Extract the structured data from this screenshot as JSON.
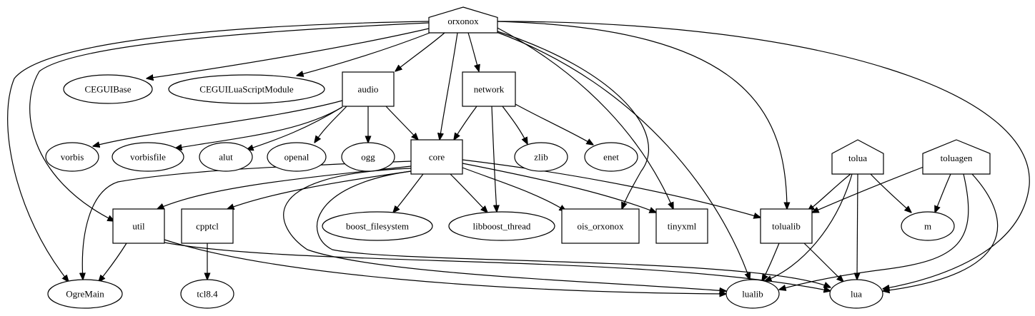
{
  "diagram": {
    "nodes": [
      {
        "id": "orxonox",
        "label": "orxonox",
        "shape": "house"
      },
      {
        "id": "CEGUIBase",
        "label": "CEGUIBase",
        "shape": "ellipse"
      },
      {
        "id": "CEGUILuaScriptModule",
        "label": "CEGUILuaScriptModule",
        "shape": "ellipse"
      },
      {
        "id": "audio",
        "label": "audio",
        "shape": "box"
      },
      {
        "id": "network",
        "label": "network",
        "shape": "box"
      },
      {
        "id": "vorbis",
        "label": "vorbis",
        "shape": "ellipse"
      },
      {
        "id": "vorbisfile",
        "label": "vorbisfile",
        "shape": "ellipse"
      },
      {
        "id": "alut",
        "label": "alut",
        "shape": "ellipse"
      },
      {
        "id": "openal",
        "label": "openal",
        "shape": "ellipse"
      },
      {
        "id": "ogg",
        "label": "ogg",
        "shape": "ellipse"
      },
      {
        "id": "core",
        "label": "core",
        "shape": "box"
      },
      {
        "id": "zlib",
        "label": "zlib",
        "shape": "ellipse"
      },
      {
        "id": "enet",
        "label": "enet",
        "shape": "ellipse"
      },
      {
        "id": "tolua",
        "label": "tolua",
        "shape": "house"
      },
      {
        "id": "toluagen",
        "label": "toluagen",
        "shape": "house"
      },
      {
        "id": "util",
        "label": "util",
        "shape": "box"
      },
      {
        "id": "cpptcl",
        "label": "cpptcl",
        "shape": "box"
      },
      {
        "id": "boost_filesystem",
        "label": "boost_filesystem",
        "shape": "ellipse"
      },
      {
        "id": "libboost_thread",
        "label": "libboost_thread",
        "shape": "ellipse"
      },
      {
        "id": "ois_orxonox",
        "label": "ois_orxonox",
        "shape": "box"
      },
      {
        "id": "tinyxml",
        "label": "tinyxml",
        "shape": "box"
      },
      {
        "id": "tolualib",
        "label": "tolualib",
        "shape": "box"
      },
      {
        "id": "m",
        "label": "m",
        "shape": "ellipse"
      },
      {
        "id": "OgreMain",
        "label": "OgreMain",
        "shape": "ellipse"
      },
      {
        "id": "tcl8.4",
        "label": "tcl8.4",
        "shape": "ellipse"
      },
      {
        "id": "lualib",
        "label": "lualib",
        "shape": "ellipse"
      },
      {
        "id": "lua",
        "label": "lua",
        "shape": "ellipse"
      }
    ],
    "edges": [
      {
        "from": "orxonox",
        "to": "CEGUIBase"
      },
      {
        "from": "orxonox",
        "to": "CEGUILuaScriptModule"
      },
      {
        "from": "orxonox",
        "to": "audio"
      },
      {
        "from": "orxonox",
        "to": "network"
      },
      {
        "from": "orxonox",
        "to": "core"
      },
      {
        "from": "orxonox",
        "to": "util"
      },
      {
        "from": "orxonox",
        "to": "OgreMain"
      },
      {
        "from": "orxonox",
        "to": "ois_orxonox"
      },
      {
        "from": "orxonox",
        "to": "tinyxml"
      },
      {
        "from": "orxonox",
        "to": "tolualib"
      },
      {
        "from": "orxonox",
        "to": "lualib"
      },
      {
        "from": "orxonox",
        "to": "lua"
      },
      {
        "from": "audio",
        "to": "vorbis"
      },
      {
        "from": "audio",
        "to": "vorbisfile"
      },
      {
        "from": "audio",
        "to": "alut"
      },
      {
        "from": "audio",
        "to": "openal"
      },
      {
        "from": "audio",
        "to": "ogg"
      },
      {
        "from": "audio",
        "to": "core"
      },
      {
        "from": "network",
        "to": "core"
      },
      {
        "from": "network",
        "to": "libboost_thread"
      },
      {
        "from": "network",
        "to": "zlib"
      },
      {
        "from": "network",
        "to": "enet"
      },
      {
        "from": "core",
        "to": "util"
      },
      {
        "from": "core",
        "to": "cpptcl"
      },
      {
        "from": "core",
        "to": "boost_filesystem"
      },
      {
        "from": "core",
        "to": "libboost_thread"
      },
      {
        "from": "core",
        "to": "ois_orxonox"
      },
      {
        "from": "core",
        "to": "tinyxml"
      },
      {
        "from": "core",
        "to": "tolualib"
      },
      {
        "from": "core",
        "to": "OgreMain"
      },
      {
        "from": "core",
        "to": "lualib"
      },
      {
        "from": "core",
        "to": "lua"
      },
      {
        "from": "tolua",
        "to": "tolualib"
      },
      {
        "from": "tolua",
        "to": "m"
      },
      {
        "from": "tolua",
        "to": "lualib"
      },
      {
        "from": "tolua",
        "to": "lua"
      },
      {
        "from": "toluagen",
        "to": "tolualib"
      },
      {
        "from": "toluagen",
        "to": "m"
      },
      {
        "from": "toluagen",
        "to": "lualib"
      },
      {
        "from": "toluagen",
        "to": "lua"
      },
      {
        "from": "util",
        "to": "OgreMain"
      },
      {
        "from": "util",
        "to": "lualib"
      },
      {
        "from": "util",
        "to": "lua"
      },
      {
        "from": "cpptcl",
        "to": "tcl8.4"
      },
      {
        "from": "tolualib",
        "to": "lualib"
      },
      {
        "from": "tolualib",
        "to": "lua"
      }
    ]
  }
}
